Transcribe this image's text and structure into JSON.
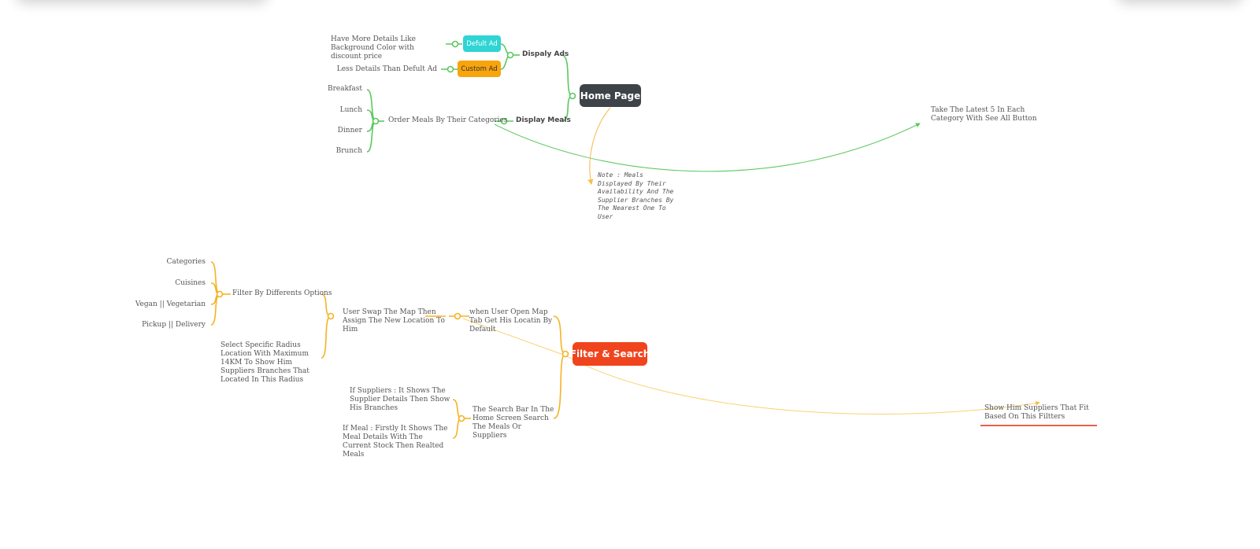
{
  "home": {
    "root": "Home Page",
    "branch_ads": "Dispaly Ads",
    "branch_meals": "Display Meals",
    "ad_default": "Defult Ad",
    "ad_custom": "Custom Ad",
    "ad_default_note": "Have More Details Like Background Color with discount price",
    "ad_custom_note": "Less Details Than Defult Ad",
    "meals_topic": "Order Meals By Their Categories",
    "meal_categories": [
      "Breakfast",
      "Lunch",
      "Dinner",
      "Brunch"
    ],
    "note": "Note : Meals Displayed By Their Availability And The Supplier Branches By The Nearest One To User",
    "latest_note": "Take The Latest 5 In Each Category With See All Button",
    "colors": {
      "branch": "#5bc85f",
      "root": "#3d4348",
      "ad_default": "#2fd4d4",
      "ad_custom": "#f8a40c",
      "note_line": "#f8c060"
    }
  },
  "filter": {
    "root": "Filter & Search",
    "map_tab": "when User Open Map Tab Get His Locatin By Default",
    "swap_map": "User Swap The Map Then Assign The New Location To Him",
    "filter_options": "Filter By Differents Options",
    "options": [
      "Categories",
      "Cuisines",
      "Vegan || Vegetarian",
      "Pickup || Delivery"
    ],
    "radius": "Select Specific Radius Location With Maximum 14KM To Show Him Suppliers Branches That Located In This Radius",
    "search_bar": "The Search Bar In The Home Screen Search The Meals Or Suppliers",
    "if_suppliers": "If Suppliers : It Shows The Supplier Details Then Show His Branches",
    "if_meal": "If Meal : Firstly It Shows The Meal Details With The Current Stock Then Realted Meals",
    "suppliers_fit": "Show Him Suppliers That Fit Based On This Filtters",
    "colors": {
      "branch": "#f5b324",
      "root": "#f0441e",
      "underline": "#e8604a"
    }
  }
}
